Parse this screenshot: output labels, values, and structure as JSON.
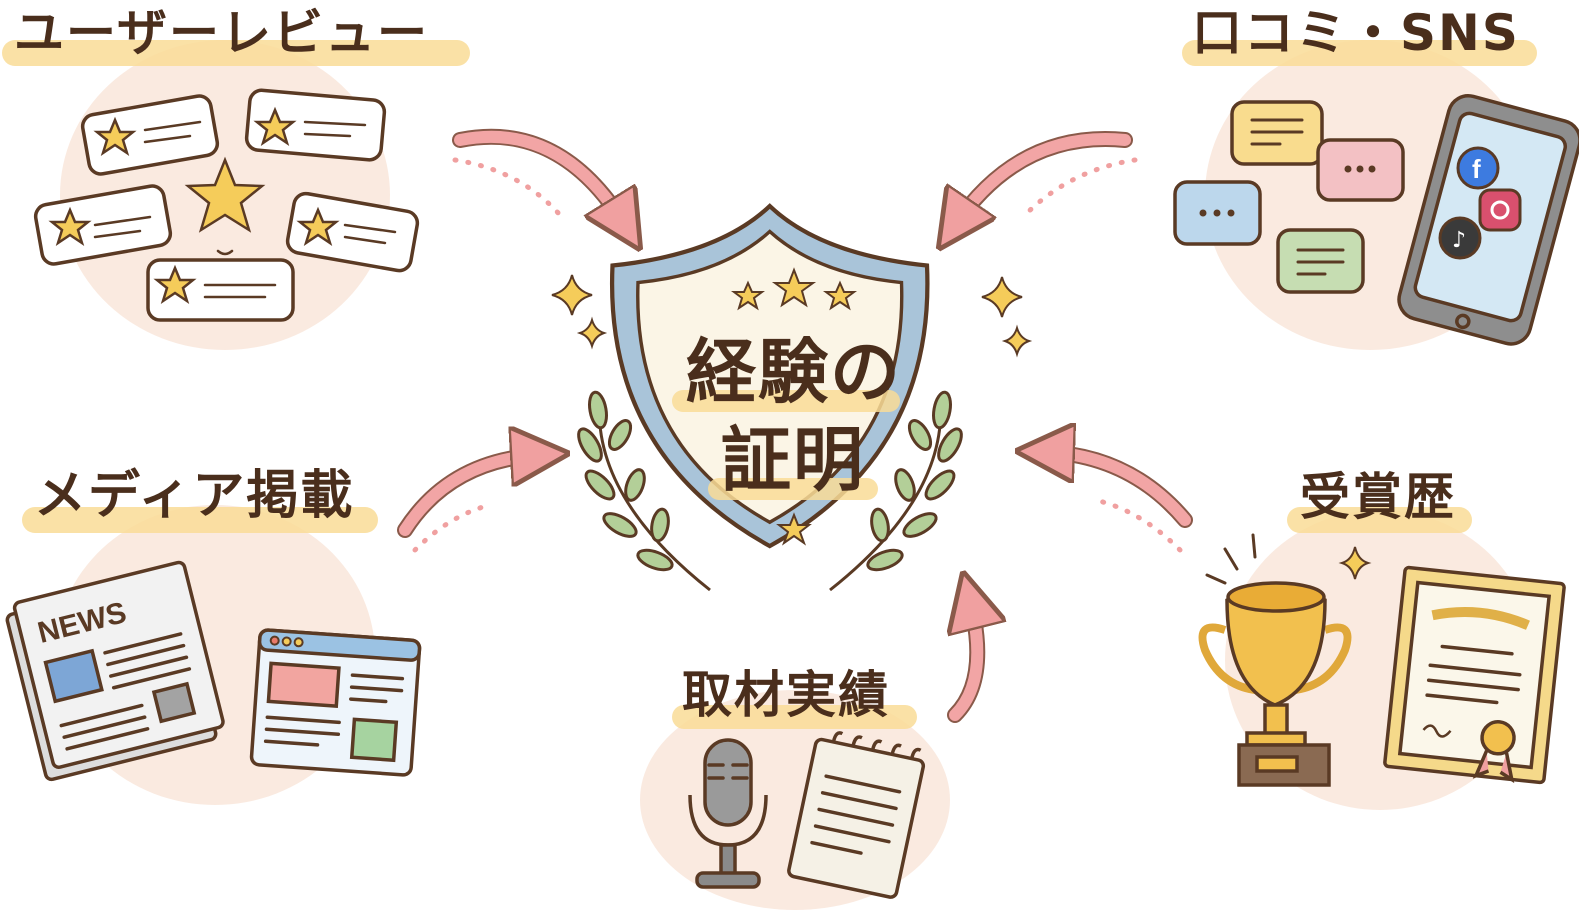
{
  "center": {
    "title_line1": "経験の",
    "title_line2": "証明",
    "icon": "shield-icon",
    "decorations": [
      "star-icon",
      "sparkle-icon",
      "laurel-icon"
    ]
  },
  "sources": [
    {
      "id": "user-reviews",
      "label": "ユーザーレビュー",
      "icons": [
        "review-bubble-icon",
        "smiling-star-icon"
      ],
      "position": "top-left"
    },
    {
      "id": "word-of-mouth-sns",
      "label": "口コミ・SNS",
      "icons": [
        "chat-bubble-icon",
        "smartphone-icon",
        "facebook-icon",
        "instagram-icon",
        "tiktok-icon"
      ],
      "position": "top-right"
    },
    {
      "id": "media-coverage",
      "label": "メディア掲載",
      "icons": [
        "newspaper-icon",
        "web-article-icon"
      ],
      "position": "middle-left",
      "newspaper_text": "NEWS"
    },
    {
      "id": "award-history",
      "label": "受賞歴",
      "icons": [
        "trophy-icon",
        "certificate-icon"
      ],
      "position": "middle-right"
    },
    {
      "id": "interview-record",
      "label": "取材実績",
      "icons": [
        "microphone-icon",
        "notepad-icon"
      ],
      "position": "bottom-center"
    }
  ],
  "colors": {
    "text": "#4a2e1c",
    "highlight": "#f9dc96",
    "blob": "#f9e6da",
    "arrow": "#f0a0a0",
    "shield_border": "#a9c4d9",
    "shield_fill": "#fbf5e6",
    "star": "#f5cc5a",
    "leaf": "#a9c98e"
  }
}
